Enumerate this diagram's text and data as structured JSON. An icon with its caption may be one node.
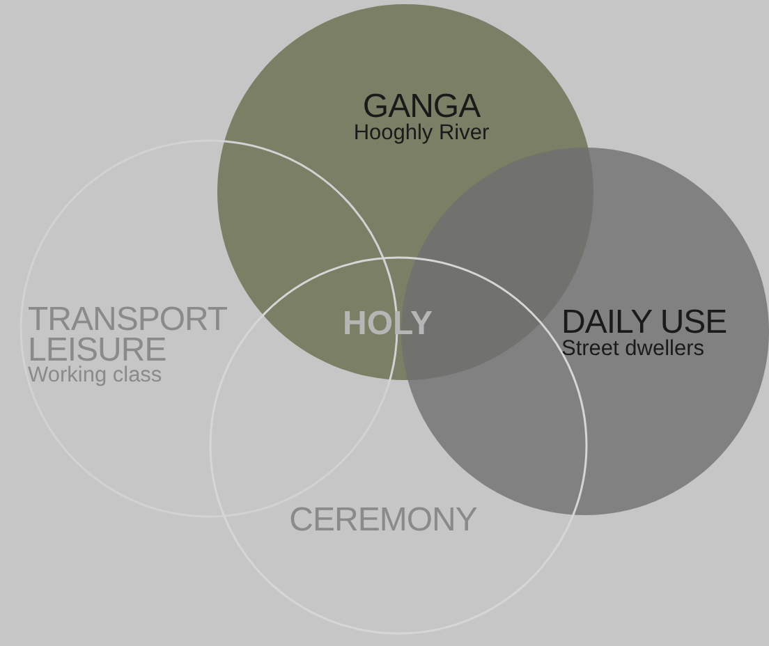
{
  "diagram": {
    "nodes": [
      {
        "text": [
          "GANGA",
          "Hooghly River"
        ]
      },
      {
        "text": [
          "DAILY USE",
          "Street dwellers"
        ]
      },
      {
        "text": [
          "TRANSPORT LEISURE",
          "Working class"
        ]
      },
      {
        "text": [
          "CEREMONY"
        ]
      }
    ],
    "labels": [
      "HOLY"
    ]
  }
}
